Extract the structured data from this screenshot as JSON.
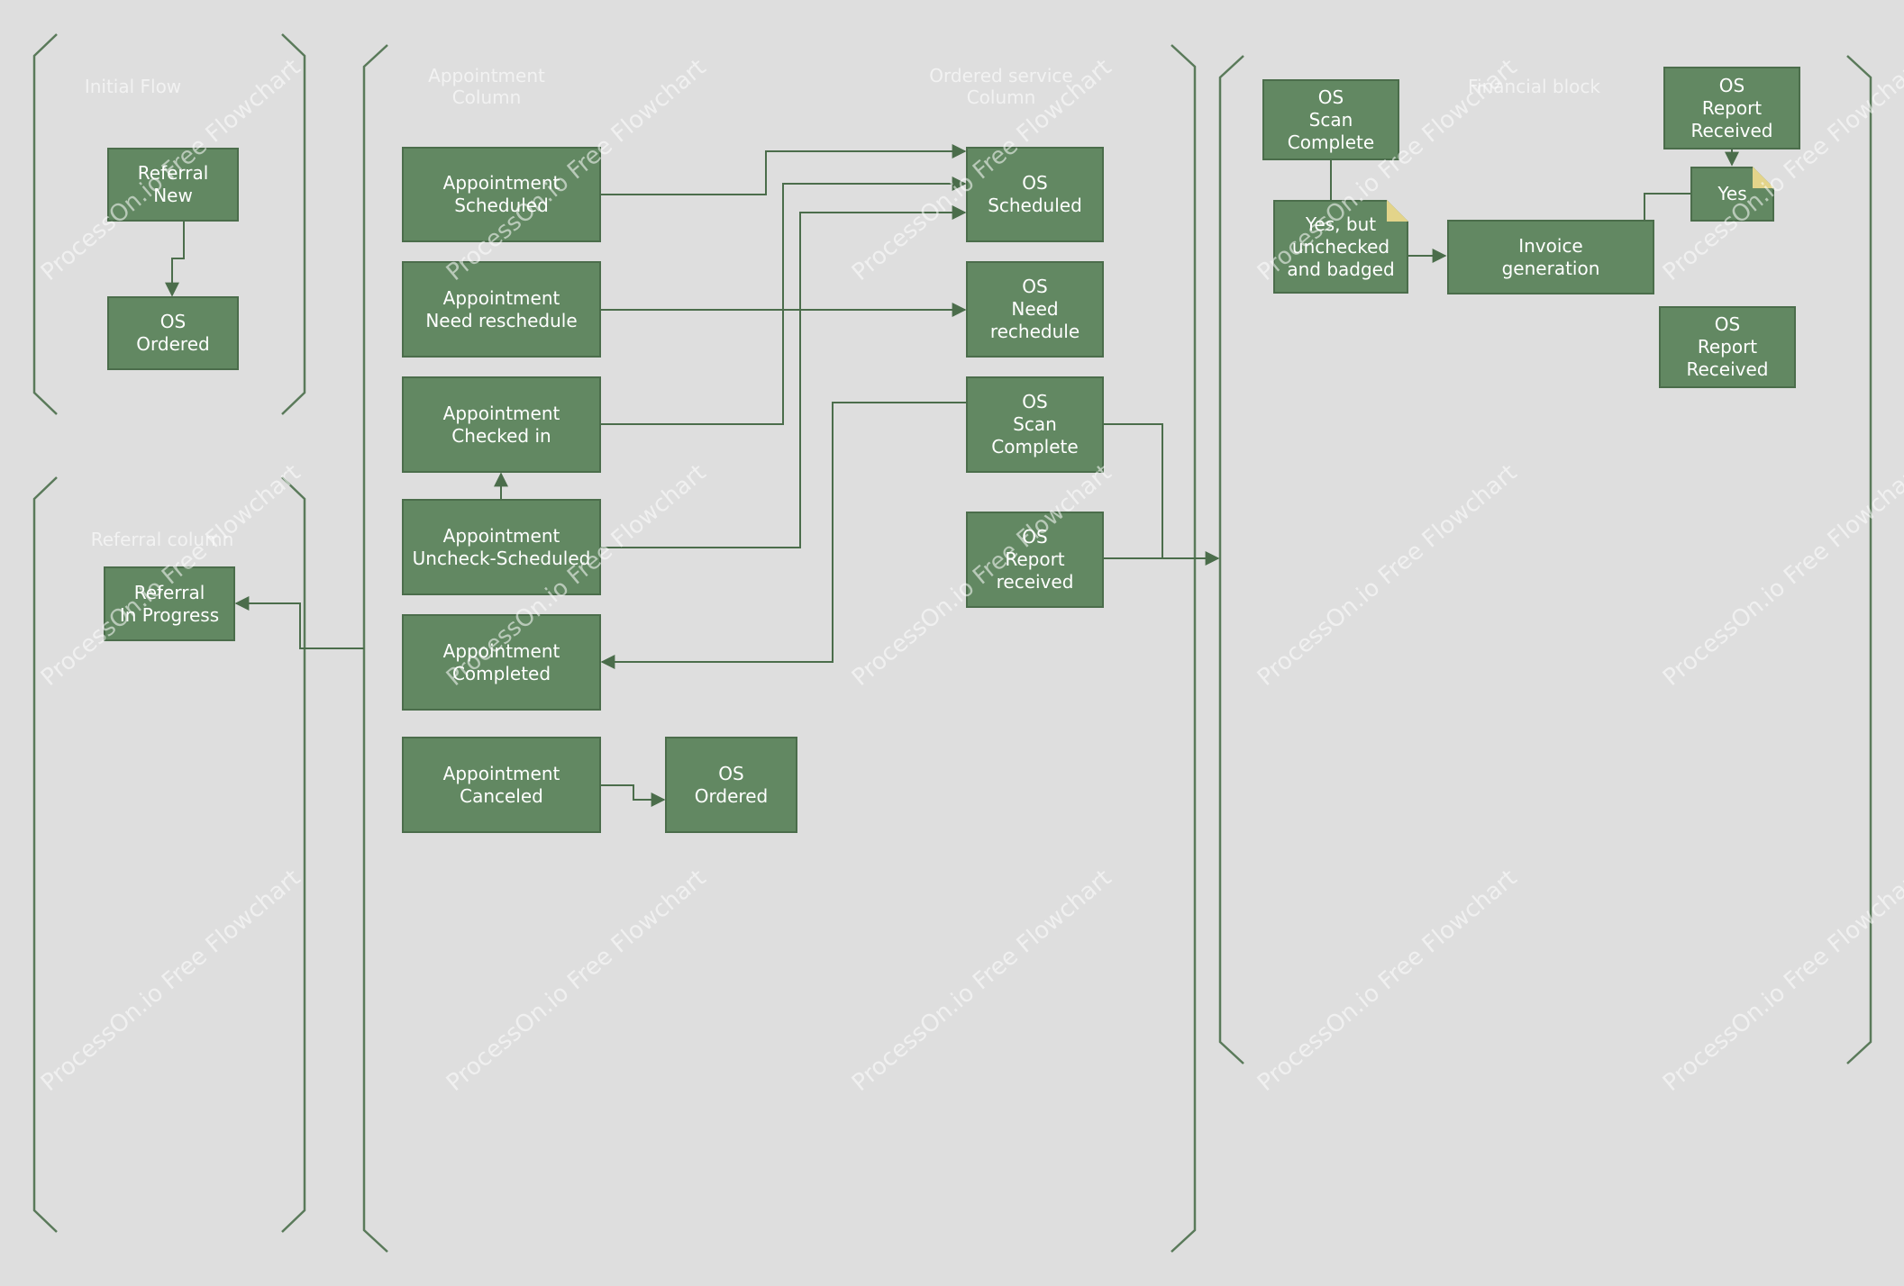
{
  "colors": {
    "background": "#dedede",
    "node_fill": "#628862",
    "node_border": "#4b6d4b",
    "edge": "#4b6d4b",
    "bracket": "#5a7a5a",
    "note_fold": "#e3d48a"
  },
  "groups": {
    "initial_flow": "Initial Flow",
    "referral_column": "Referral column",
    "appointment_column": "Appointment\nColumn",
    "ordered_service_column": "Ordered service\nColumn",
    "financial_block": "Financial block"
  },
  "nodes": {
    "referral_new": "Referral\nNew",
    "os_ordered_initial": "OS\nOrdered",
    "referral_in_progress": "Referral\nIn Progress",
    "appointment_scheduled": "Appointment\nScheduled",
    "appointment_need_reschedule": "Appointment\nNeed reschedule",
    "appointment_checked_in": "Appointment\nChecked in",
    "appointment_uncheck_scheduled": "Appointment\nUncheck-Scheduled",
    "appointment_completed": "Appointment\nCompleted",
    "appointment_canceled": "Appointment\nCanceled",
    "os_ordered_canceled": "OS\nOrdered",
    "os_scheduled": "OS\nScheduled",
    "os_need_rechedule": "OS\nNeed\nrechedule",
    "os_scan_complete": "OS\nScan\nComplete",
    "os_report_received": "OS\nReport\nreceived",
    "fin_os_scan_complete": "OS\nScan\nComplete",
    "fin_yes_but_unchecked": "Yes, but\nunchecked\nand badged",
    "fin_invoice_generation": "Invoice\ngeneration",
    "fin_os_report_received_top": "OS\nReport\nReceived",
    "fin_yes": "Yes",
    "fin_os_report_received_bottom": "OS\nReport\nReceived"
  },
  "watermark": "ProcessOn.io Free Flowchart"
}
